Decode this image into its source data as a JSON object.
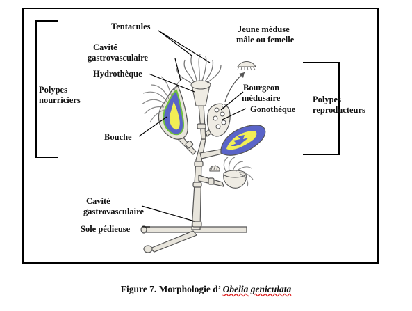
{
  "labels": {
    "tentacules": "Tentacules",
    "jeune_meduse_1": "Jeune méduse",
    "jeune_meduse_2": "mâle ou femelle",
    "cavite_top_1": "Cavité",
    "cavite_top_2": "gastrovasculaire",
    "hydrotheque": "Hydrothèque",
    "bourgeon_1": "Bourgeon",
    "bourgeon_2": "médusaire",
    "gonotheque": "Gonothèque",
    "polypes_nourriciers_1": "Polypes",
    "polypes_nourriciers_2": "nourriciers",
    "polypes_repro_1": "Polypes",
    "polypes_repro_2": "reproducteurs",
    "bouche": "Bouche",
    "cavite_bottom_1": "Cavité",
    "cavite_bottom_2": "gastrovasculaire",
    "sole": "Sole pédieuse"
  },
  "caption": {
    "prefix": "Figure 7. Morphologie d’ ",
    "species": "Obelia geniculata"
  },
  "colors": {
    "frame": "#000000",
    "stalk": "#e8e5dc",
    "outline": "#555555",
    "cavity_blue": "#5a64c8",
    "cavity_yellow": "#f2ee55",
    "cavity_green": "#6fc23a"
  }
}
